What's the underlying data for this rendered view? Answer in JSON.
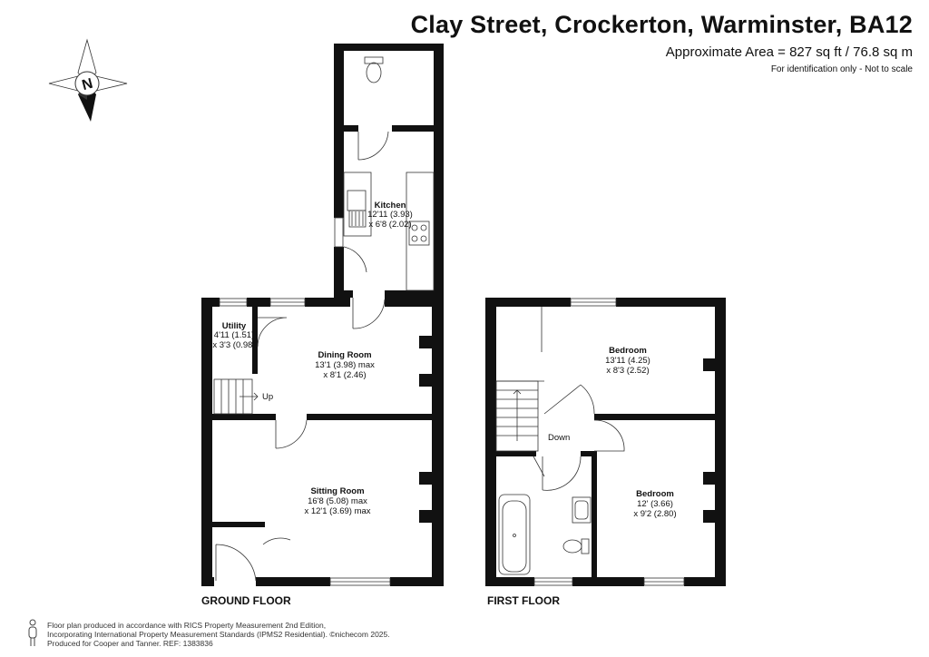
{
  "header": {
    "title": "Clay Street, Crockerton, Warminster, BA12",
    "area": "Approximate Area = 827 sq ft / 76.8 sq m",
    "note": "For identification only - Not to scale"
  },
  "compass": {
    "letter": "N",
    "icon": "compass-icon"
  },
  "floors": {
    "ground_label": "GROUND FLOOR",
    "first_label": "FIRST FLOOR"
  },
  "rooms": {
    "kitchen": {
      "name": "Kitchen",
      "line1": "12'11 (3.93)",
      "line2": "x 6'8 (2.02)"
    },
    "utility": {
      "name": "Utility",
      "line1": "4'11 (1.51)",
      "line2": "x 3'3 (0.98)"
    },
    "dining": {
      "name": "Dining Room",
      "line1": "13'1 (3.98) max",
      "line2": "x 8'1 (2.46)"
    },
    "sitting": {
      "name": "Sitting Room",
      "line1": "16'8 (5.08) max",
      "line2": "x 12'1 (3.69) max"
    },
    "bedroom1": {
      "name": "Bedroom",
      "line1": "13'11 (4.25)",
      "line2": "x 8'3 (2.52)"
    },
    "bedroom2": {
      "name": "Bedroom",
      "line1": "12' (3.66)",
      "line2": "x 9'2 (2.80)"
    }
  },
  "stairs": {
    "up": "Up",
    "down": "Down"
  },
  "footer": {
    "line1": "Floor plan produced in accordance with RICS Property Measurement 2nd Edition,",
    "line2": "Incorporating International Property Measurement Standards (IPMS2 Residential).  ©nichecom 2025.",
    "line3": "Produced for Cooper and Tanner.  REF: 1383836"
  }
}
